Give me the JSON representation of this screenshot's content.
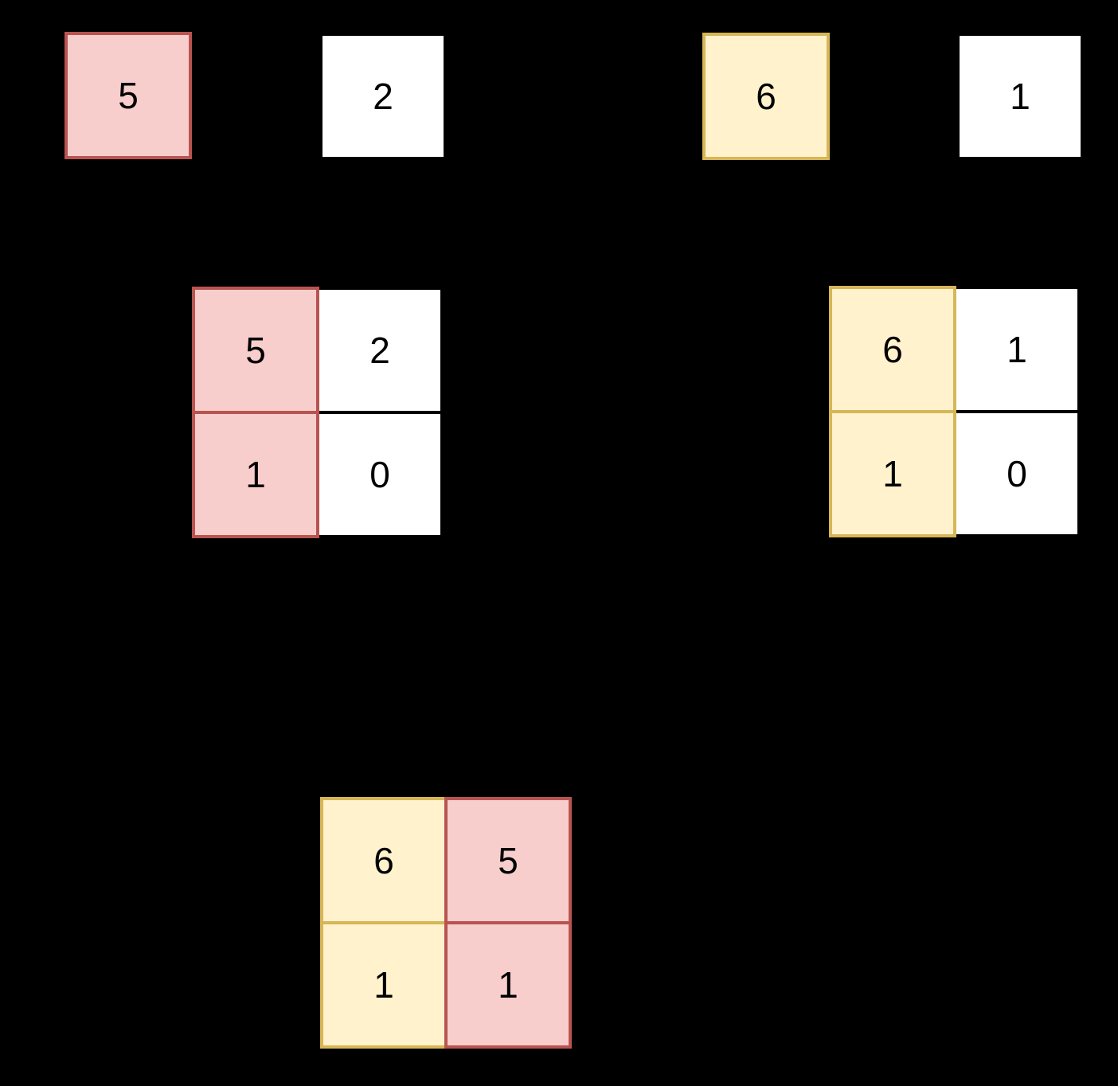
{
  "palette": {
    "background": "#000000",
    "pink_fill": "#F8CECC",
    "pink_stroke": "#B85450",
    "yellow_fill": "#FFF2CC",
    "yellow_stroke": "#D6B656",
    "white_fill": "#FFFFFF",
    "white_stroke": "#000000",
    "digit_color": "#000000"
  },
  "top_row": {
    "cells": [
      {
        "value": "5",
        "color": "pink"
      },
      {
        "value": "2",
        "color": "white"
      },
      {
        "value": "6",
        "color": "yellow"
      },
      {
        "value": "1",
        "color": "white"
      }
    ]
  },
  "middle_left_grid": {
    "rows": [
      [
        "5",
        "2"
      ],
      [
        "1",
        "0"
      ]
    ],
    "column_colors": [
      "pink",
      "white"
    ]
  },
  "middle_right_grid": {
    "rows": [
      [
        "6",
        "1"
      ],
      [
        "1",
        "0"
      ]
    ],
    "column_colors": [
      "yellow",
      "white"
    ]
  },
  "bottom_grid": {
    "rows": [
      [
        "6",
        "5"
      ],
      [
        "1",
        "1"
      ]
    ],
    "column_colors": [
      "yellow",
      "pink"
    ]
  }
}
